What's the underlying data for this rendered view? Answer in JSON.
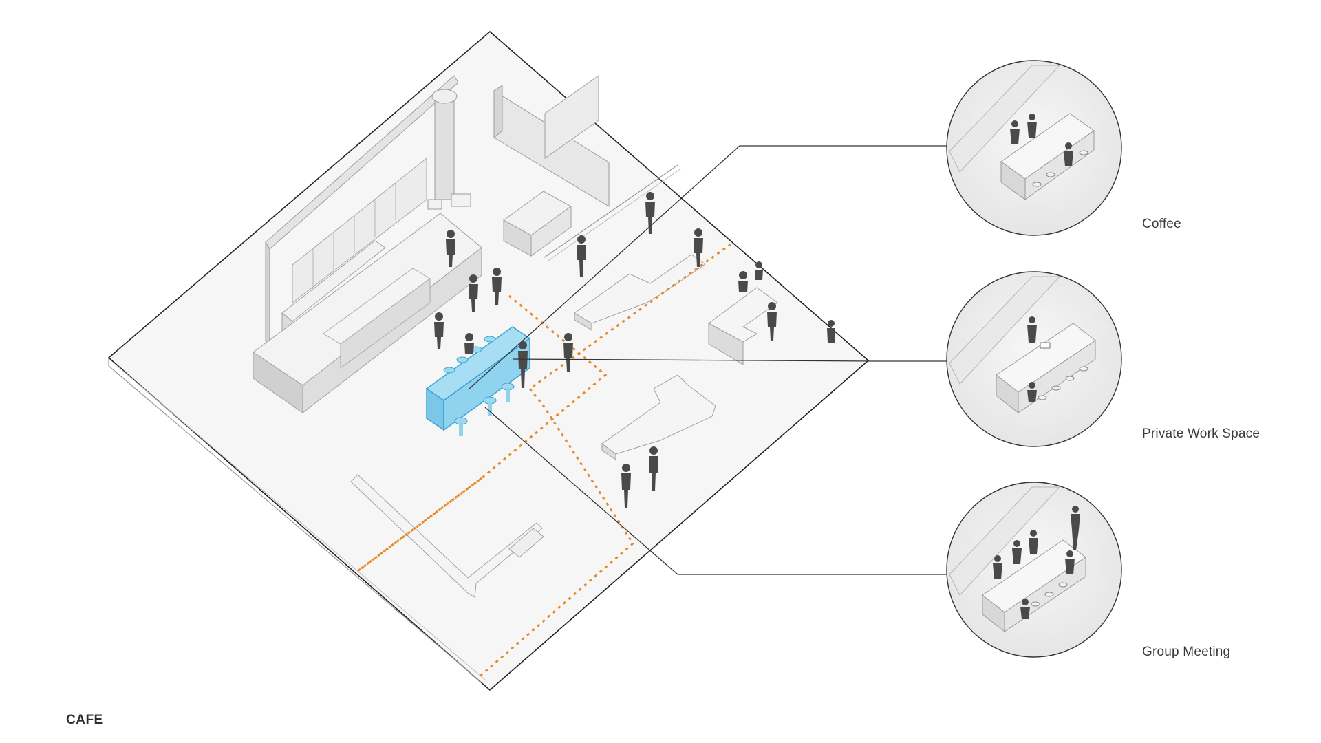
{
  "title": "CAFE",
  "callouts": [
    {
      "label": "Coffee"
    },
    {
      "label": "Private Work Space"
    },
    {
      "label": "Group Meeting"
    }
  ],
  "colors": {
    "highlight_table": "#8fd3ef",
    "highlight_stroke": "#3aa3cf",
    "zone_dashes": "#e48a2a",
    "outline": "#222222",
    "people": "#4a4a4a",
    "walls": "#dcdcdc"
  }
}
